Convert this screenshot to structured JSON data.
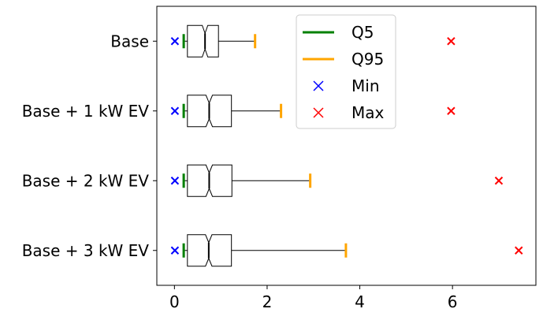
{
  "chart_data": {
    "type": "boxplot",
    "orientation": "horizontal",
    "categories": [
      "Base",
      "Base + 1 kW EV",
      "Base + 2 kW EV",
      "Base + 3 kW EV"
    ],
    "boxes": [
      {
        "category": "Base",
        "whisker_low": 0.2,
        "q1": 0.28,
        "median": 0.66,
        "q3": 0.95,
        "whisker_high": 1.74,
        "notch_low": 0.6,
        "notch_high": 0.72,
        "q5": 0.2,
        "q95": 1.74,
        "min": 0.01,
        "max": 5.97
      },
      {
        "category": "Base + 1 kW EV",
        "whisker_low": 0.2,
        "q1": 0.28,
        "median": 0.75,
        "q3": 1.23,
        "whisker_high": 2.3,
        "notch_low": 0.68,
        "notch_high": 0.82,
        "q5": 0.2,
        "q95": 2.3,
        "min": 0.01,
        "max": 5.97
      },
      {
        "category": "Base + 2 kW EV",
        "whisker_low": 0.2,
        "q1": 0.28,
        "median": 0.75,
        "q3": 1.24,
        "whisker_high": 2.93,
        "notch_low": 0.68,
        "notch_high": 0.82,
        "q5": 0.2,
        "q95": 2.93,
        "min": 0.01,
        "max": 7.0
      },
      {
        "category": "Base + 3 kW EV",
        "whisker_low": 0.2,
        "q1": 0.28,
        "median": 0.74,
        "q3": 1.23,
        "whisker_high": 3.7,
        "notch_low": 0.67,
        "notch_high": 0.81,
        "q5": 0.2,
        "q95": 3.7,
        "min": 0.01,
        "max": 7.43
      }
    ],
    "xticks": [
      "0",
      "2",
      "4",
      "6"
    ],
    "xtick_values": [
      0,
      2,
      4,
      6
    ],
    "xlim": [
      -0.38,
      7.8
    ],
    "grid": false,
    "legend": {
      "placement": "top-center",
      "entries": [
        {
          "label": "Q5",
          "marker": "line",
          "color": "#008000"
        },
        {
          "label": "Q95",
          "marker": "line",
          "color": "#FFA500"
        },
        {
          "label": "Min",
          "marker": "x",
          "color": "#0000FF"
        },
        {
          "label": "Max",
          "marker": "x",
          "color": "#FF0000"
        }
      ]
    },
    "colors": {
      "q5": "#008000",
      "q95": "#FFA500",
      "min": "#0000FF",
      "max": "#FF0000",
      "box": "#000000"
    }
  }
}
